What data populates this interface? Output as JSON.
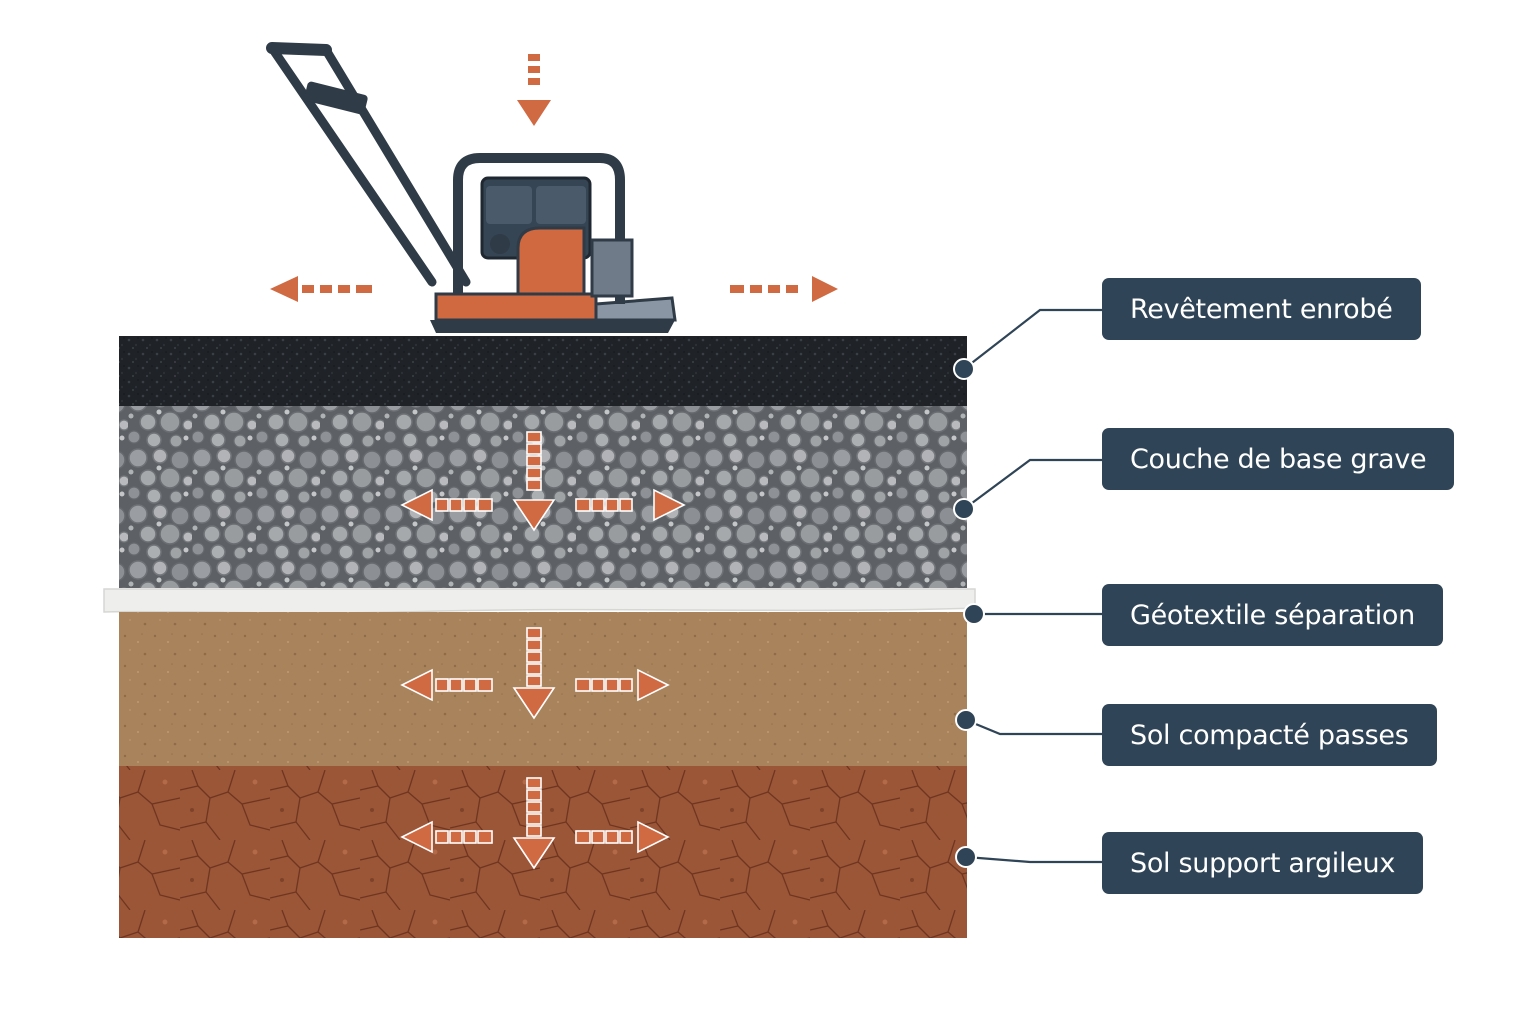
{
  "labels": {
    "surface": "Revêtement enrobé",
    "base": "Couche de base grave",
    "geotextile": "Géotextile séparation",
    "compacted": "Sol compacté passes",
    "subgrade": "Sol support argileux"
  },
  "colors": {
    "label_bg": "#2f4456",
    "arrow": "#cf6a43",
    "asphalt": "#1e2227",
    "gravel": "#8a8d90",
    "geotextile": "#eeeeec",
    "compacted_soil": "#a8835c",
    "clay": "#9b5537",
    "machine_body": "#364554",
    "machine_accent": "#d0693f"
  },
  "icons": [
    "plate-compactor-icon",
    "arrow-down-icon",
    "arrow-left-icon",
    "arrow-right-icon"
  ]
}
